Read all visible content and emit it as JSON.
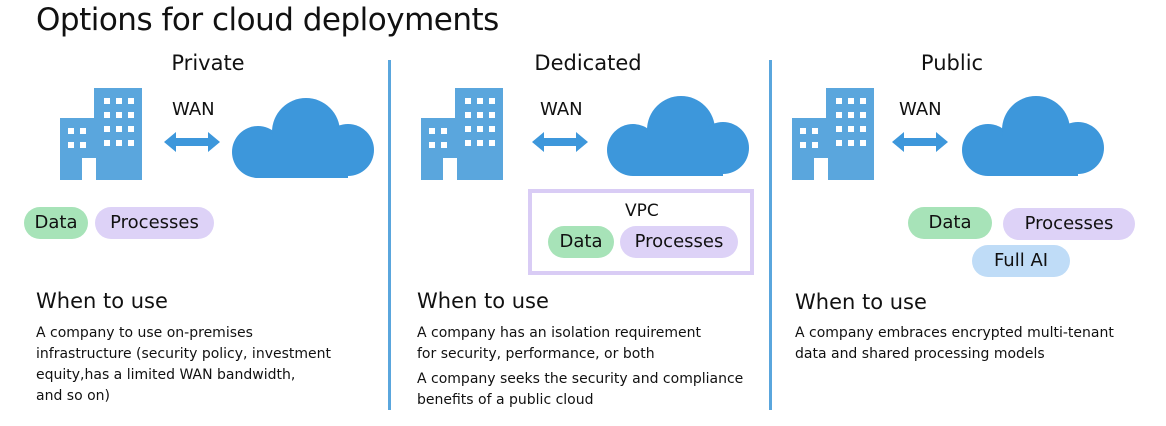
{
  "title": "Options for cloud deployments",
  "colors": {
    "building": "#5aa6dd",
    "cloud": "#3d97db",
    "arrow": "#3d97db",
    "divider": "#5aa6dd",
    "data_pill": "#a7e3b8",
    "processes_pill": "#ddd2f7",
    "ai_pill": "#bfdcf7",
    "vpc_border": "#d9ccf5"
  },
  "icons": {
    "building": "building-icon",
    "cloud": "cloud-icon",
    "arrow": "double-arrow-icon"
  },
  "columns": [
    {
      "heading": "Private",
      "wan": "WAN",
      "pills": [
        "Data",
        "Processes"
      ],
      "when_title": "When to use",
      "descriptions": [
        "A company to use on-premises\ninfrastructure (security policy, investment\nequity,has a limited WAN bandwidth,\nand so on)"
      ]
    },
    {
      "heading": "Dedicated",
      "wan": "WAN",
      "vpc_label": "VPC",
      "pills": [
        "Data",
        "Processes"
      ],
      "when_title": "When to use",
      "descriptions": [
        "A company has an isolation requirement\nfor security, performance, or both",
        "A company seeks the security and compliance\nbenefits of a public cloud"
      ]
    },
    {
      "heading": "Public",
      "wan": "WAN",
      "pills": [
        "Data",
        "Processes",
        "Full AI"
      ],
      "when_title": "When to use",
      "descriptions": [
        "A company embraces encrypted multi-tenant\ndata and shared processing models"
      ]
    }
  ]
}
